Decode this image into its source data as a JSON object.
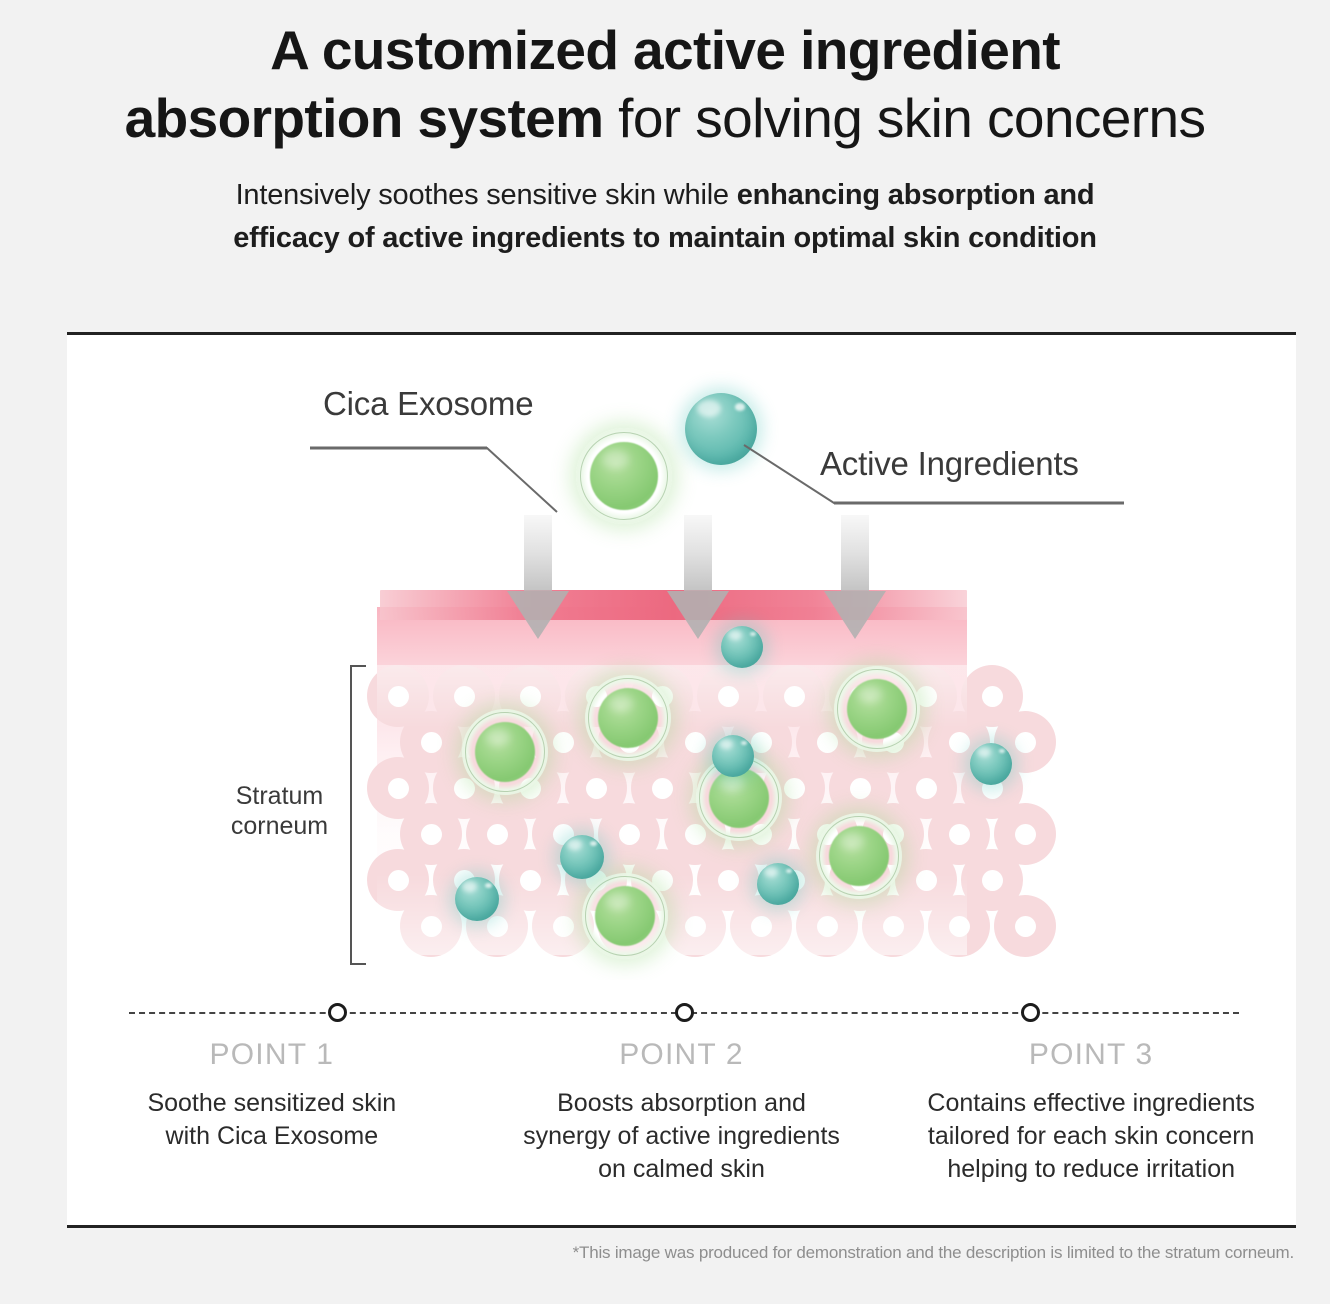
{
  "header": {
    "title_bold": "A customized active ingredient absorption system",
    "title_line1_bold": "A customized active ingredient",
    "title_line2_bold": "absorption system",
    "title_line2_normal": " for solving skin concerns",
    "subtitle_normal": "Intensively soothes sensitive skin while ",
    "subtitle_bold_1": "enhancing absorption and",
    "subtitle_bold_2": "efficacy of active ingredients to maintain optimal skin condition"
  },
  "diagram": {
    "callouts": [
      {
        "id": "cica-exosome",
        "label": "Cica Exosome"
      },
      {
        "id": "active-ingredients",
        "label": "Active Ingredients"
      }
    ],
    "layer_label_line1": "Stratum",
    "layer_label_line2": "corneum",
    "colors": {
      "exosome_green": "#9ad485",
      "active_teal": "#57b5ab",
      "skin_surface_pink": "#ec6980",
      "cell_pink": "#f7dadd",
      "arrow_gray": "#b0b0b0"
    },
    "arrow_count": 3
  },
  "timeline": {
    "marker_positions_pct": [
      18.8,
      50,
      81.2
    ]
  },
  "points": [
    {
      "title": "POINT 1",
      "desc": "Soothe sensitized skin\nwith Cica Exosome"
    },
    {
      "title": "POINT 2",
      "desc": "Boosts absorption and\nsynergy of active ingredients\non calmed skin"
    },
    {
      "title": "POINT 3",
      "desc": "Contains effective ingredients\ntailored for each skin concern\nhelping to reduce irritation"
    }
  ],
  "footnote": "*This image was produced for demonstration and the description is limited to the stratum corneum."
}
